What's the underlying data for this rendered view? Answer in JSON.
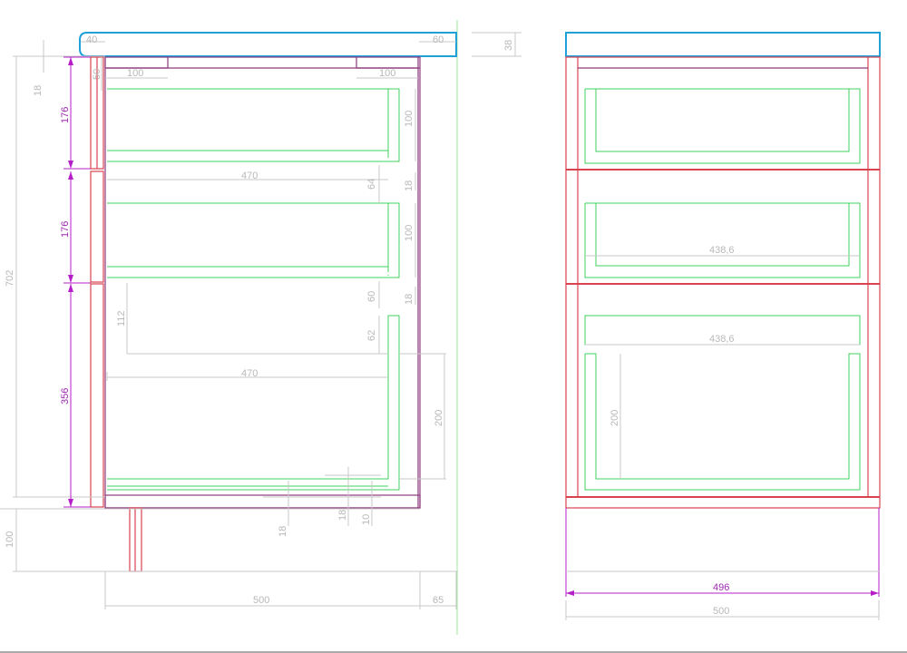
{
  "side_view": {
    "top_dims": {
      "left_offset": "40",
      "right_offset": "60",
      "top_thickness": "38"
    },
    "handle_dims": {
      "left_handle": "100",
      "right_handle": "100",
      "rail_height": "50"
    },
    "vertical_dims": {
      "top_gap": "18",
      "drawer1": "176",
      "drawer2": "176",
      "drawer3": "356",
      "total": "702",
      "legs": "100"
    },
    "drawer_dims": {
      "inner1": "100",
      "gap1": "18",
      "depth1": "470",
      "front1": "64",
      "inner2": "100",
      "gap2": "18",
      "gap2b": "60",
      "inner3": "112",
      "front3": "62",
      "depth3": "470",
      "side3": "200"
    },
    "bottom_dims": {
      "bottom1": "18",
      "bottom2": "18",
      "bottom3": "10",
      "depth": "500",
      "overhang": "65"
    }
  },
  "front_view": {
    "inner_width_1": "438,6",
    "inner_width_2": "438,6",
    "drawer_height": "200",
    "outer_width": "496",
    "total_width": "500"
  }
}
